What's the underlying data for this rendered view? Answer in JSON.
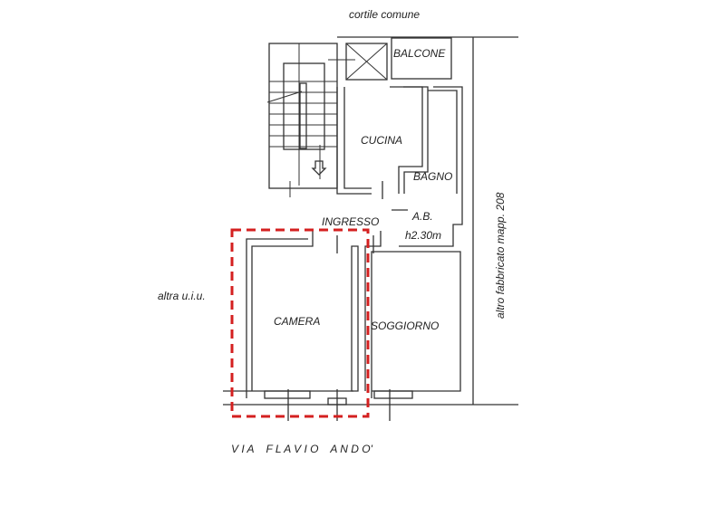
{
  "plan": {
    "labels": {
      "courtyard": "cortile comune",
      "balcony": "BALCONE",
      "kitchen": "CUCINA",
      "bathroom": "BAGNO",
      "entrance": "INGRESSO",
      "ab": "A.B.",
      "height": "h2.30m",
      "bedroom": "CAMERA",
      "living": "SOGGIORNO",
      "other_unit": "altra u.i.u.",
      "other_building": "altro fabbricato mapp. 208",
      "street": "V I A    F L A V I O    A N D O'"
    },
    "highlight_color": "#d42020"
  }
}
